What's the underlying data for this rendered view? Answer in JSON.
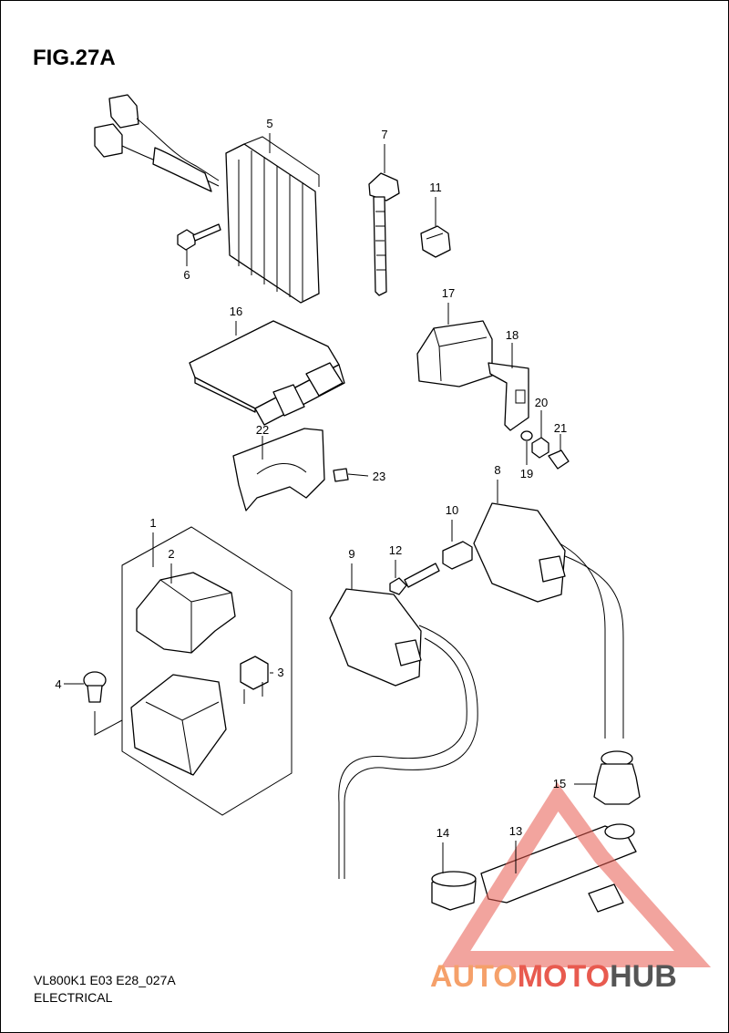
{
  "figure": {
    "title": "FIG.27A"
  },
  "footer": {
    "code": "VL800K1 E03 E28_027A",
    "section": "ELECTRICAL"
  },
  "watermark": {
    "part1": "AUTO",
    "part2": "MOTO",
    "part3": "HUB",
    "color_light": "#f5a06a",
    "color_main": "#e85a4f",
    "color_dark": "#555555"
  },
  "callouts": {
    "c1": "1",
    "c2": "2",
    "c3": "3",
    "c4": "4",
    "c5": "5",
    "c6": "6",
    "c7": "7",
    "c8": "8",
    "c9": "9",
    "c10": "10",
    "c11": "11",
    "c12": "12",
    "c13": "13",
    "c14": "14",
    "c15": "15",
    "c16": "16",
    "c17": "17",
    "c18": "18",
    "c19": "19",
    "c20": "20",
    "c21": "21",
    "c22": "22",
    "c23": "23"
  }
}
